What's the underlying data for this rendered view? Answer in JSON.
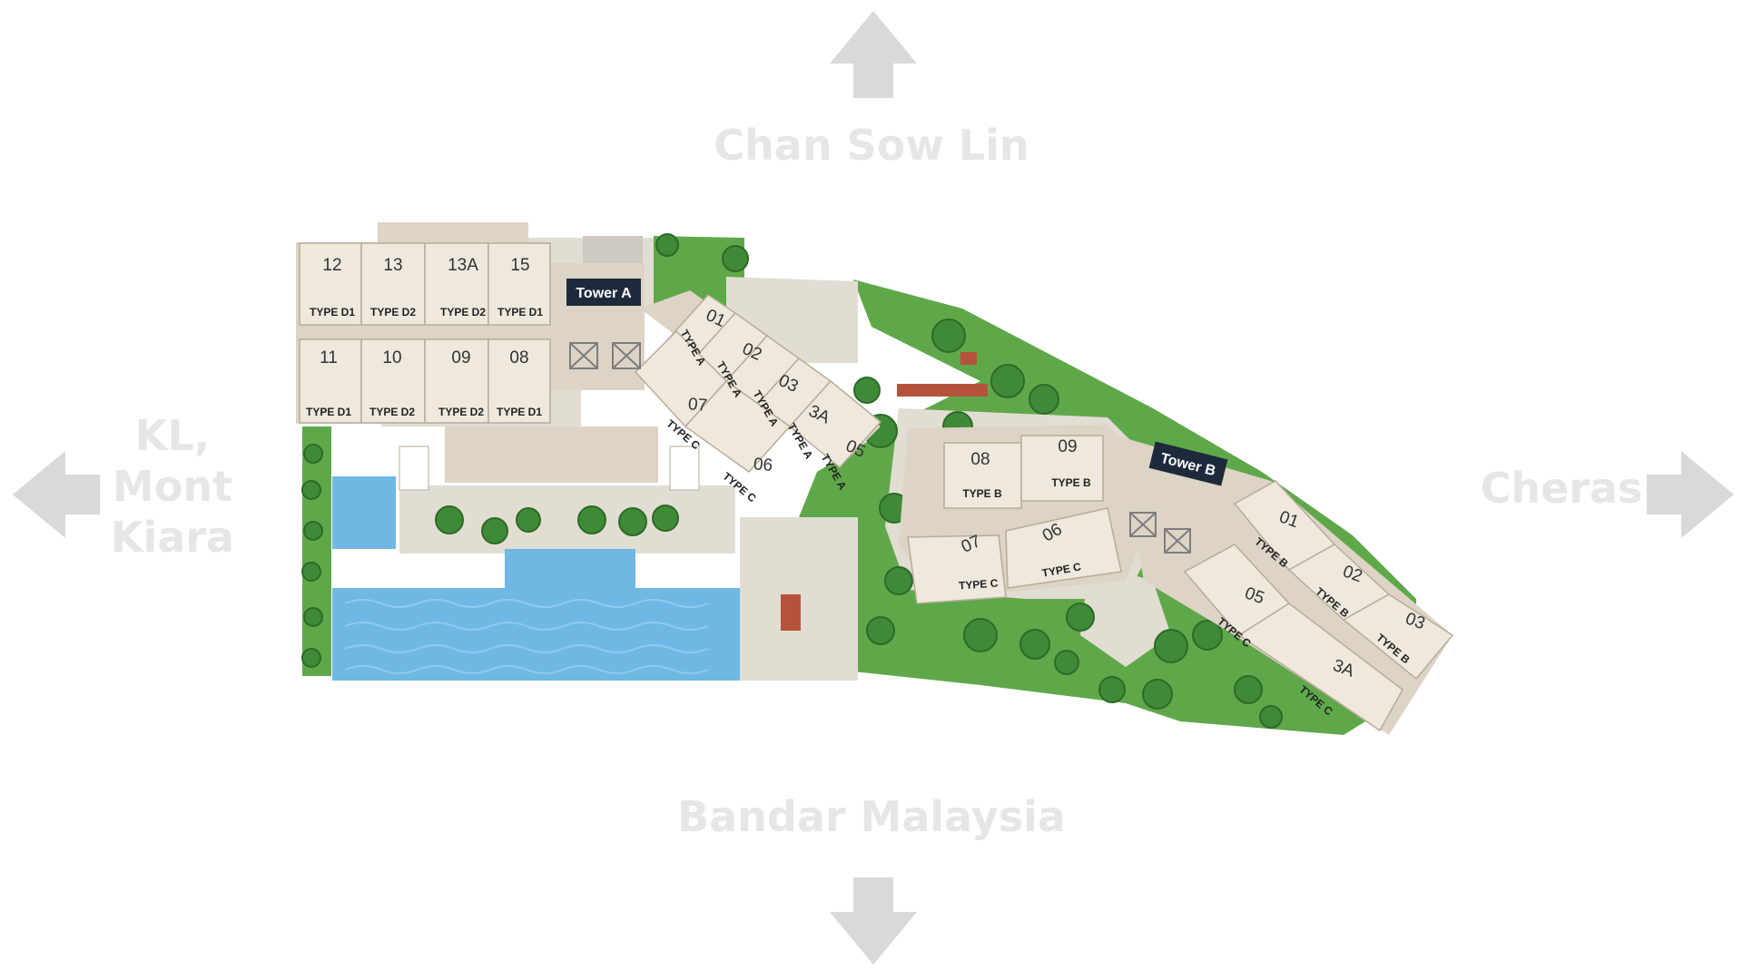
{
  "directions": {
    "north": "Chan Sow Lin",
    "south": "Bandar Malaysia",
    "west": "KL,\nMont\nKiara",
    "east": "Cheras"
  },
  "towers": {
    "a": "Tower A",
    "b": "Tower B"
  },
  "tower_a_units": [
    {
      "no": "12",
      "type": "TYPE D1"
    },
    {
      "no": "13",
      "type": "TYPE D2"
    },
    {
      "no": "13A",
      "type": "TYPE D2"
    },
    {
      "no": "15",
      "type": "TYPE D1"
    },
    {
      "no": "11",
      "type": "TYPE D1"
    },
    {
      "no": "10",
      "type": "TYPE D2"
    },
    {
      "no": "09",
      "type": "TYPE D2"
    },
    {
      "no": "08",
      "type": "TYPE D1"
    },
    {
      "no": "01",
      "type": "TYPE A"
    },
    {
      "no": "02",
      "type": "TYPE A"
    },
    {
      "no": "03",
      "type": "TYPE A"
    },
    {
      "no": "3A",
      "type": "TYPE A"
    },
    {
      "no": "05",
      "type": "TYPE A"
    },
    {
      "no": "07",
      "type": "TYPE C"
    },
    {
      "no": "06",
      "type": "TYPE C"
    }
  ],
  "tower_b_units": [
    {
      "no": "08",
      "type": "TYPE B"
    },
    {
      "no": "09",
      "type": "TYPE B"
    },
    {
      "no": "07",
      "type": "TYPE C"
    },
    {
      "no": "06",
      "type": "TYPE C"
    },
    {
      "no": "01",
      "type": "TYPE B"
    },
    {
      "no": "02",
      "type": "TYPE B"
    },
    {
      "no": "03",
      "type": "TYPE B"
    },
    {
      "no": "05",
      "type": "TYPE C"
    },
    {
      "no": "3A",
      "type": "TYPE C"
    }
  ],
  "colors": {
    "arrow": "#d9d9d9",
    "label": "#e6e6e6",
    "unit": "#efe8dc",
    "unit_border": "#b8ab98",
    "corridor": "#ddd4c5",
    "grass": "#5fa84a",
    "pool": "#6fb8e4",
    "tower_badge": "#1c2a3c"
  }
}
